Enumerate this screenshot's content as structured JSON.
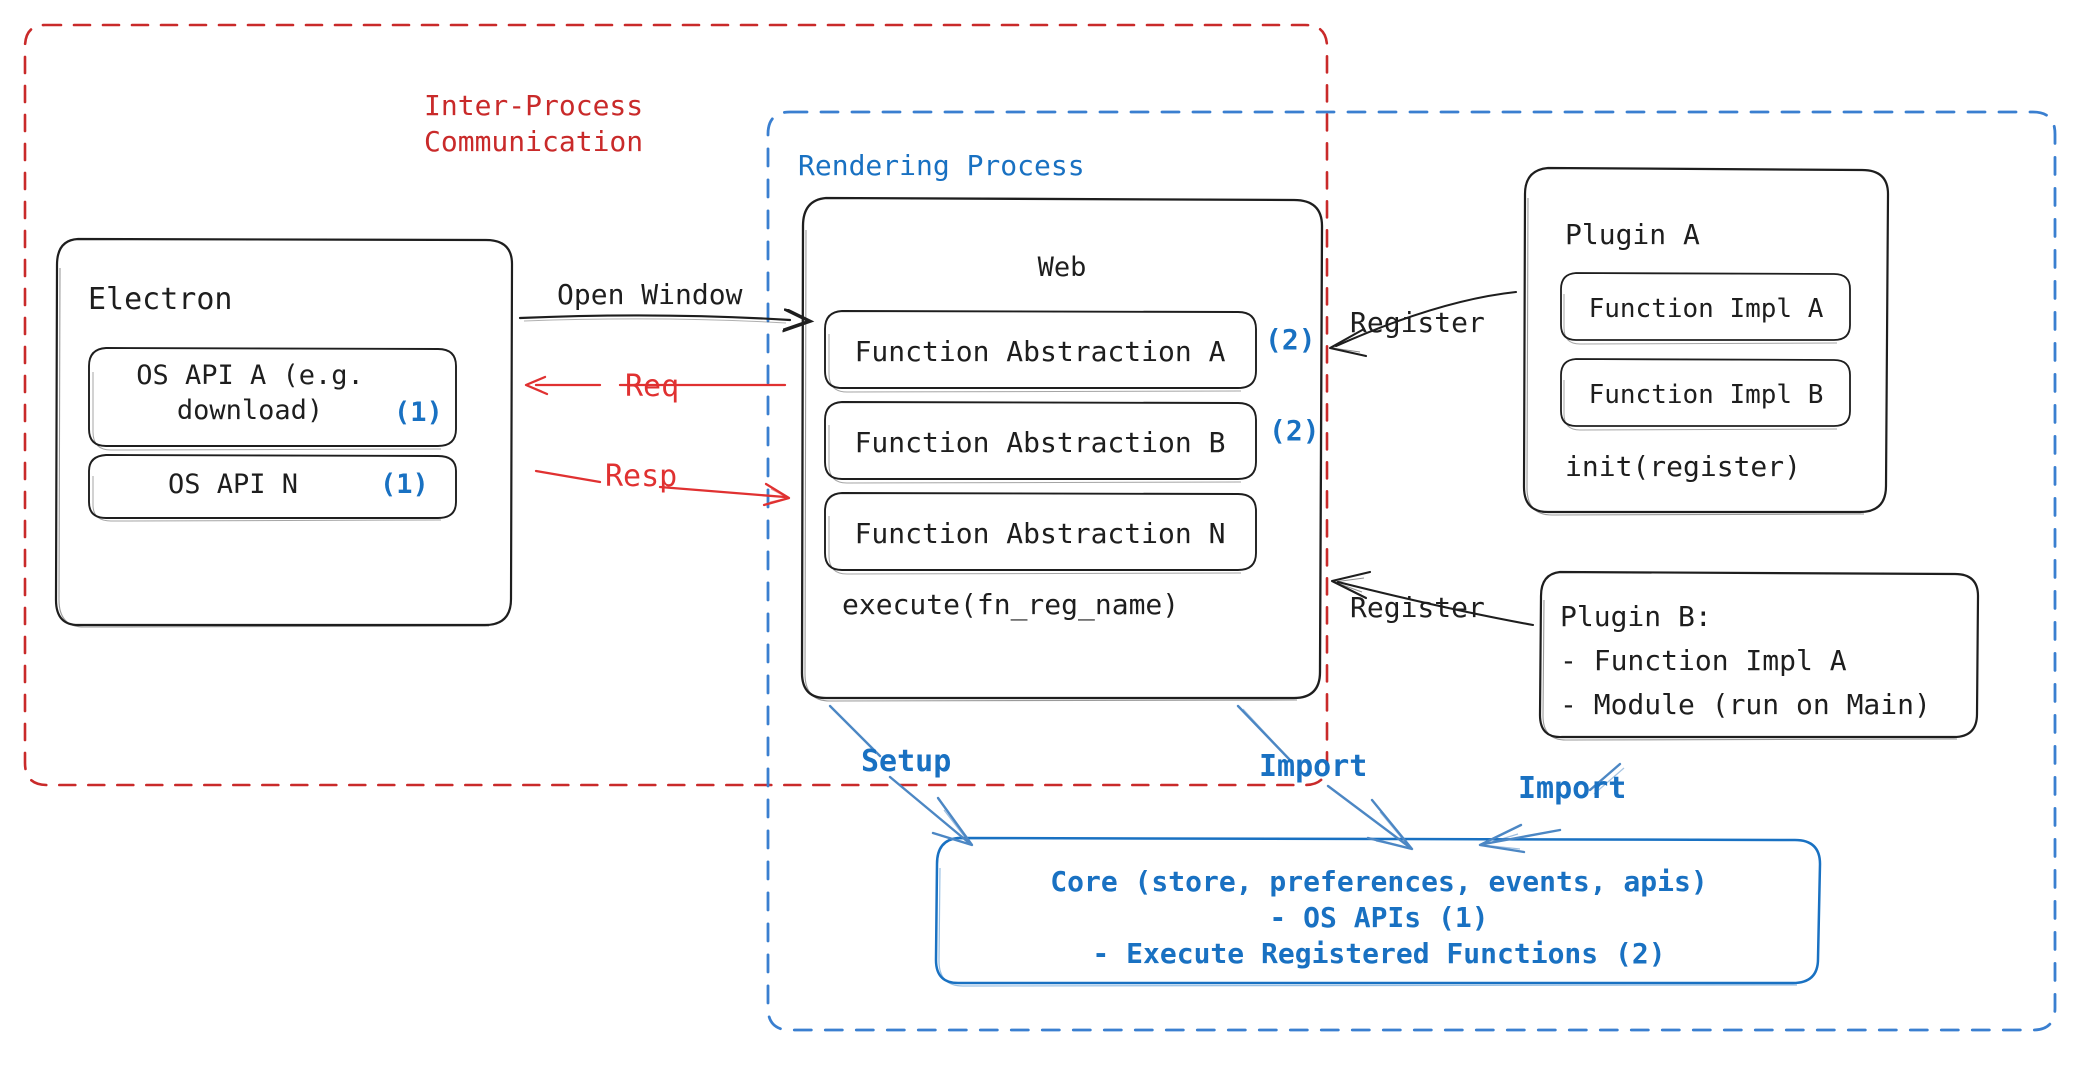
{
  "diagram": {
    "title_hidden": "Electron plugin architecture",
    "colors": {
      "ink": "#1e1e1e",
      "red": "#c92a2a",
      "red_line": "#e03131",
      "blue": "#1971c2",
      "background": "#ffffff"
    },
    "containers": {
      "ipc": {
        "label": "Inter-Process\nCommunication",
        "style": "dashed",
        "color": "#c92a2a"
      },
      "rendering": {
        "label": "Rendering Process",
        "style": "dashed",
        "color": "#1971c2"
      }
    },
    "electron": {
      "title": "Electron",
      "apis": [
        {
          "label": "OS API A (e.g.\ndownload)",
          "marker": "(1)"
        },
        {
          "label": "OS API N",
          "marker": "(1)"
        }
      ]
    },
    "web": {
      "title": "Web",
      "abstractions": [
        {
          "label": "Function Abstraction A",
          "marker": "(2)"
        },
        {
          "label": "Function Abstraction B",
          "marker": "(2)"
        },
        {
          "label": "Function Abstraction N",
          "marker": ""
        }
      ],
      "footer": "execute(fn_reg_name)"
    },
    "plugin_a": {
      "title": "Plugin A",
      "items": [
        "Function Impl A",
        "Function Impl B"
      ],
      "footer": "init(register)"
    },
    "plugin_b": {
      "title": "Plugin B:",
      "lines": [
        "- Function Impl A",
        "- Module (run on Main)"
      ]
    },
    "core": {
      "line1": "Core (store, preferences, events, apis)",
      "line2": "- OS APIs (1)",
      "line3": "- Execute Registered Functions (2)"
    },
    "edges": {
      "open_window": "Open Window",
      "req": "Req",
      "resp": "Resp",
      "register_a": "Register",
      "register_b": "Register",
      "setup": "Setup",
      "import_web": "Import",
      "import_plugin_b": "Import"
    }
  }
}
